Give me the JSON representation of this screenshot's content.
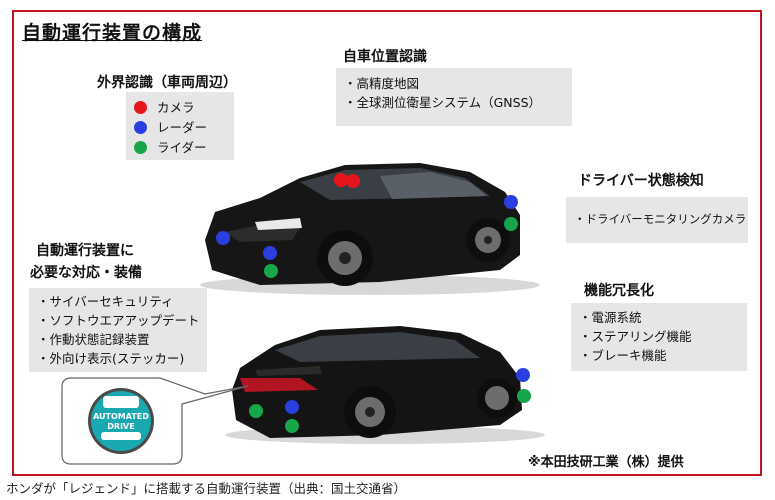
{
  "title": "自動運行装置の構成",
  "self_position": {
    "heading": "自車位置認識",
    "items": [
      "・高精度地図",
      "・全球測位衛星システム（GNSS）"
    ]
  },
  "external": {
    "heading": "外界認識（車両周辺）",
    "legend": [
      {
        "label": "カメラ",
        "color": "#e8141c"
      },
      {
        "label": "レーダー",
        "color": "#2b3fe0"
      },
      {
        "label": "ライダー",
        "color": "#17a64a"
      }
    ]
  },
  "driver": {
    "heading": "ドライバー状態検知",
    "items": [
      "・ドライバーモニタリングカメラ"
    ]
  },
  "required": {
    "heading_line1": "自動運行装置に",
    "heading_line2": "必要な対応・装備",
    "items": [
      "・サイバーセキュリティ",
      "・ソフトウエアアップデート",
      "・作動状態記録装置",
      "・外向け表示(ステッカー)"
    ]
  },
  "redundancy": {
    "heading": "機能冗長化",
    "items": [
      "・電源系統",
      "・ステアリング機能",
      "・ブレーキ機能"
    ]
  },
  "badge": {
    "line1": "AUTOMATED",
    "line2": "DRIVE"
  },
  "credit": "※本田技研工業（株）提供",
  "caption": "ホンダが「レジェンド」に搭載する自動運行装置（出典：国土交通省）"
}
